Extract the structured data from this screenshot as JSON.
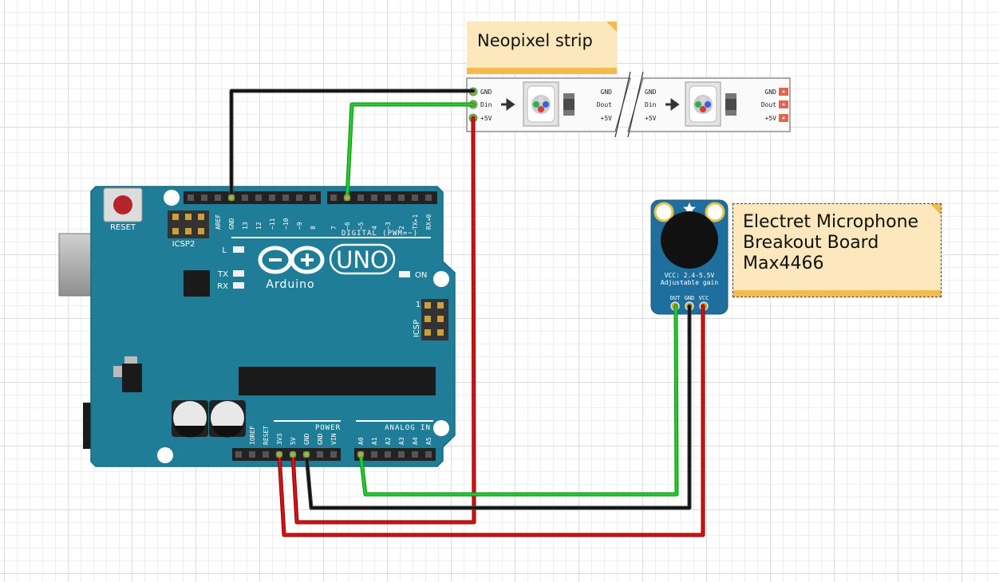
{
  "neopixel_note": {
    "title": "Neopixel strip"
  },
  "mic_note": {
    "line1": "Electret Microphone",
    "line2": "Breakout Board",
    "line3": "Max4466"
  },
  "neopixel_strip": {
    "left_pins": [
      "GND",
      "Din",
      "+5V"
    ],
    "out_pins": [
      "GND",
      "Dout",
      "+5V"
    ],
    "in_pins": [
      "GND",
      "Din",
      "+5V"
    ],
    "right_pins": [
      "GND",
      "Dout",
      "+5V"
    ]
  },
  "arduino": {
    "reset_label": "RESET",
    "icsp2_label": "ICSP2",
    "icsp_label": "ICSP",
    "icsp_pin1": "1",
    "brand": "Arduino",
    "model": "UNO",
    "led_l": "L",
    "led_tx": "TX",
    "led_rx": "RX",
    "led_on": "ON",
    "digital_label": "DIGITAL (PWM=~)",
    "power_label": "POWER",
    "analog_label": "ANALOG IN",
    "top_pins": [
      "AREF",
      "GND",
      "13",
      "12",
      "~11",
      "~10",
      "~9",
      "8",
      "7",
      "~6",
      "~5",
      "4",
      "~3",
      "2",
      "TX▸1",
      "RX◂0"
    ],
    "power_pins": [
      "IOREF",
      "RESET",
      "3V3",
      "5V",
      "GND",
      "GND",
      "VIN"
    ],
    "analog_pins": [
      "A0",
      "A1",
      "A2",
      "A3",
      "A4",
      "A5"
    ]
  },
  "microphone": {
    "vcc_text": "VCC: 2.4-5.5V",
    "gain_text": "Adjustable gain",
    "pins": [
      "OUT",
      "GND",
      "VCC"
    ]
  },
  "colors": {
    "gnd": "#111111",
    "signal": "#22bb22",
    "power": "#cc1111",
    "board": "#1f7d98",
    "note": "#fde7bd",
    "note_accent": "#f6b94f"
  }
}
